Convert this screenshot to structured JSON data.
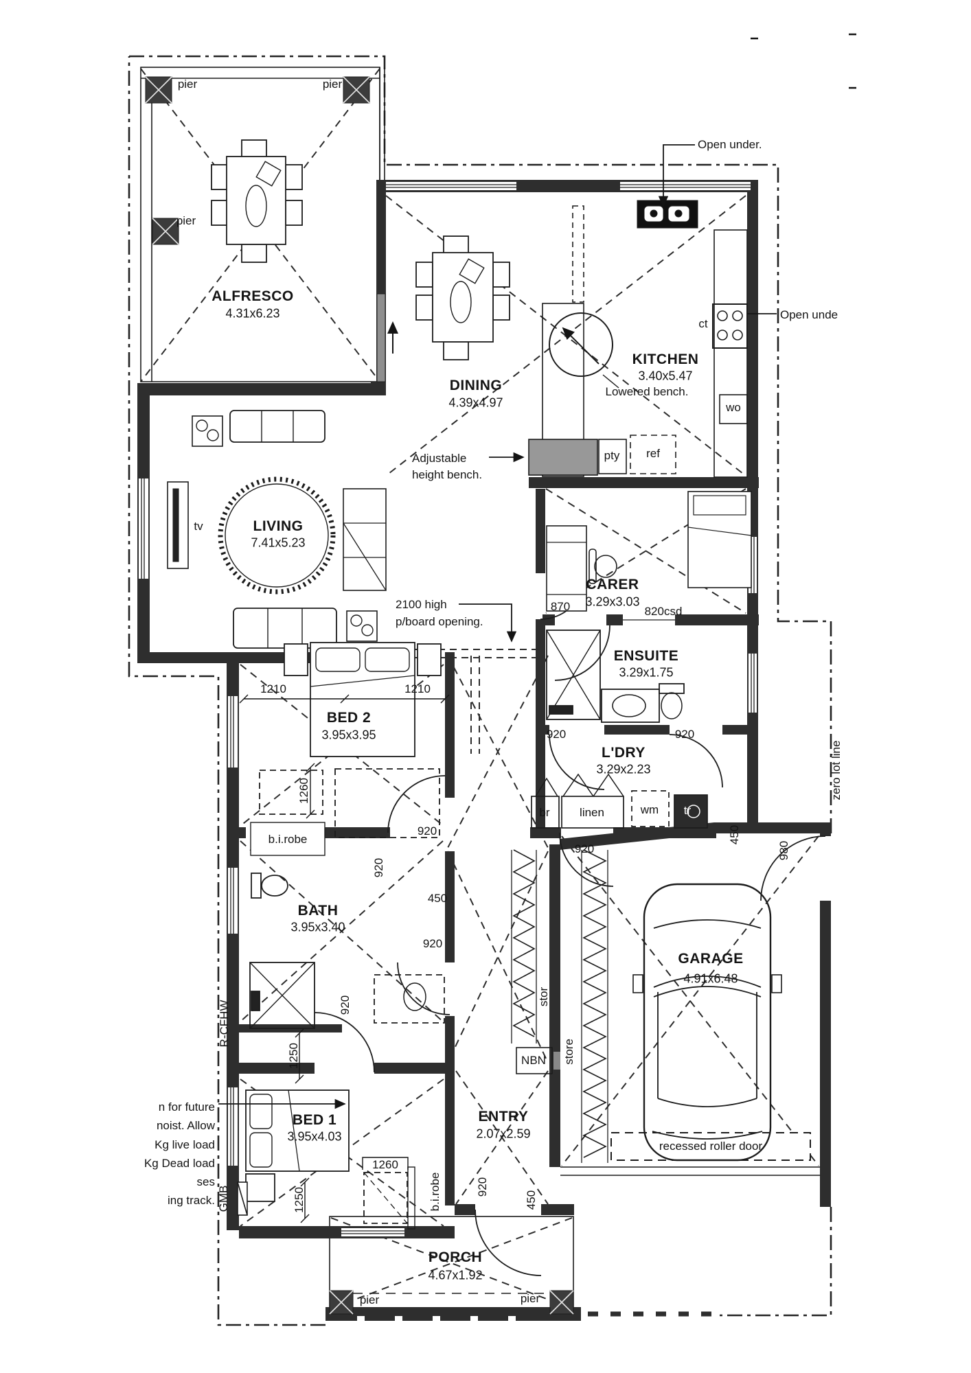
{
  "rooms": [
    {
      "name": "ALFRESCO",
      "dims": "4.31x6.23"
    },
    {
      "name": "DINING",
      "dims": "4.39x4.97"
    },
    {
      "name": "KITCHEN",
      "dims": "3.40x5.47"
    },
    {
      "name": "LIVING",
      "dims": "7.41x5.23"
    },
    {
      "name": "CARER",
      "dims": "3.29x3.03"
    },
    {
      "name": "ENSUITE",
      "dims": "3.29x1.75"
    },
    {
      "name": "L'DRY",
      "dims": "3.29x2.23"
    },
    {
      "name": "BED 2",
      "dims": "3.95x3.95"
    },
    {
      "name": "BATH",
      "dims": "3.95x3.40"
    },
    {
      "name": "BED 1",
      "dims": "3.95x4.03"
    },
    {
      "name": "ENTRY",
      "dims": "2.07x2.59"
    },
    {
      "name": "GARAGE",
      "dims": "4.91x6.48"
    },
    {
      "name": "PORCH",
      "dims": "4.67x1.92"
    }
  ],
  "labels": {
    "pier": "pier",
    "tv": "tv",
    "ct": "ct",
    "wo": "wo",
    "pty": "pty",
    "ref": "ref",
    "br": "br",
    "linen": "linen",
    "wm": "wm",
    "tr": "tr",
    "nbn": "NBN",
    "stor": "stor",
    "store": "store",
    "birobe": "b.i.robe"
  },
  "dims": {
    "d1210": "1210",
    "d1260": "1260",
    "d1250": "1250",
    "d920": "920",
    "d870": "870",
    "d820csd": "820csd",
    "d450": "450",
    "d980": "980"
  },
  "annotations": {
    "open_under_top": "Open under.",
    "open_under_right": "Open unde",
    "lowered_bench": "Lowered bench.",
    "adjustable_line1": "Adjustable",
    "adjustable_line2": "height bench.",
    "pboard_line1": "2100 high",
    "pboard_line2": "p/board opening.",
    "recessed_roller_door": "recessed roller door",
    "zero_lot_line": "zero lot line",
    "r_cfhw": "R-CFHW",
    "gmb": "GMB",
    "notes": [
      "n for future",
      "noist. Allow",
      "Kg live load",
      "Kg Dead load",
      "ses",
      "ing track."
    ]
  }
}
